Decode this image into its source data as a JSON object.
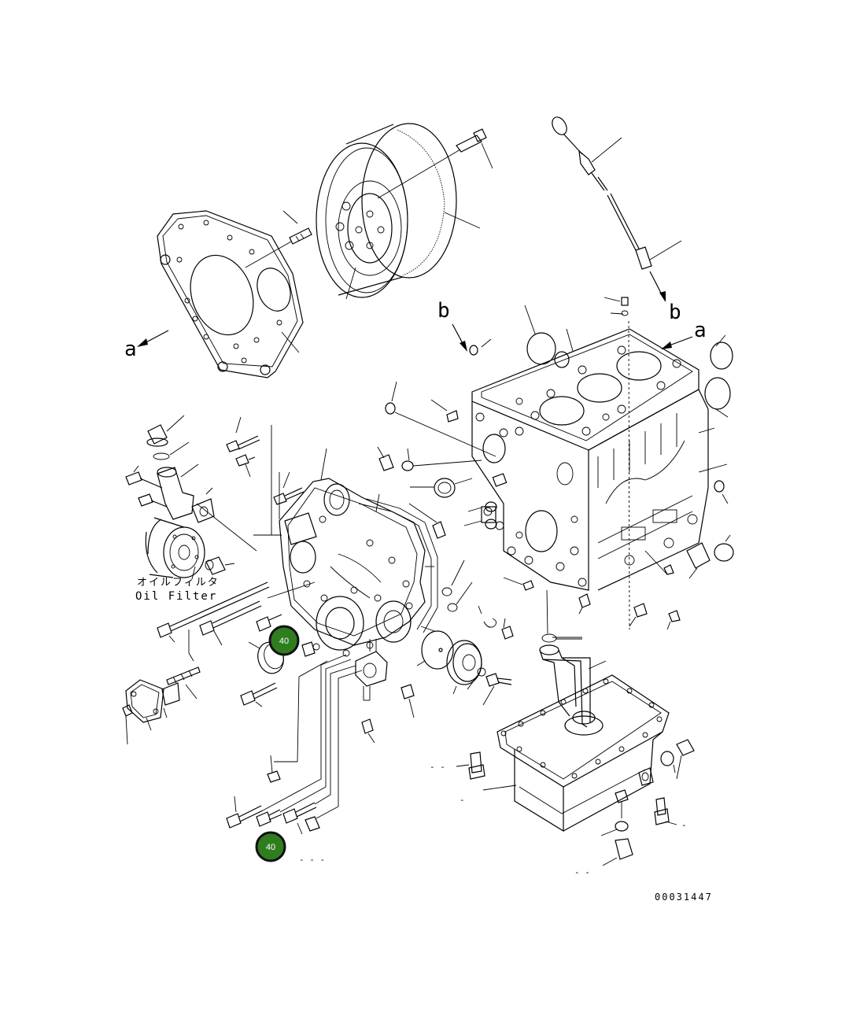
{
  "letters": {
    "a_left": "a",
    "a_right": "a",
    "b_left": "b",
    "b_right": "b"
  },
  "oil_filter": {
    "jp": "オイルフィルタ",
    "en": "Oil Filter"
  },
  "callouts": [
    "40",
    "40"
  ],
  "drawing_number": "00031447",
  "colors": {
    "callout_fill": "#2f7d1e",
    "callout_border": "#111111",
    "line": "#000000"
  }
}
